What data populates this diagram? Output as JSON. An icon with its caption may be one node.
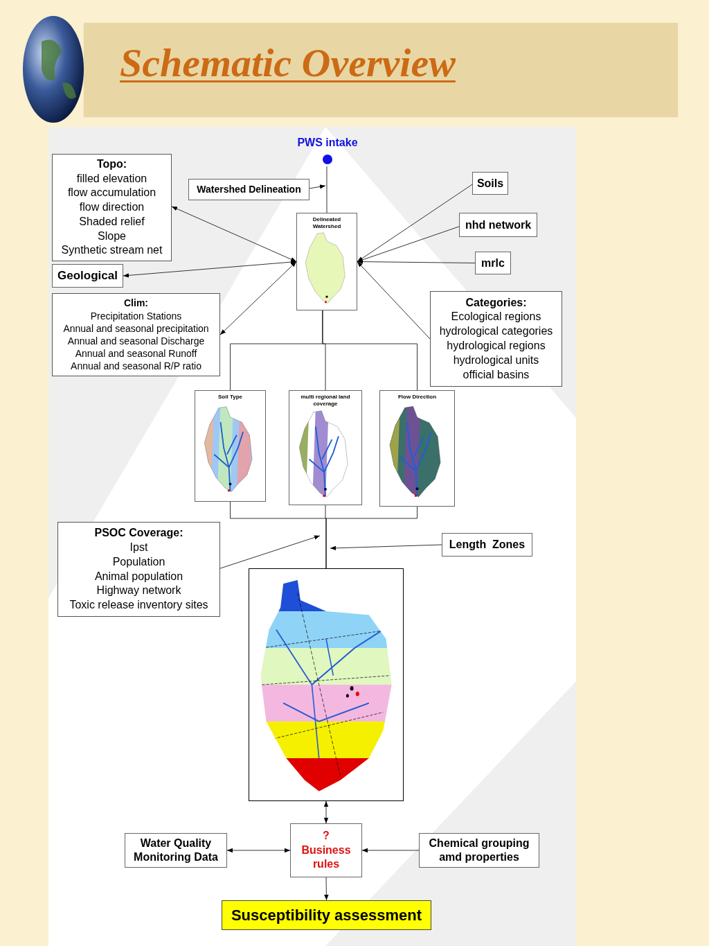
{
  "diagram": {
    "title": "Schematic Overview",
    "nodes": [
      {
        "text": [
          "PWS intake"
        ]
      },
      {
        "text": [
          "Topo:",
          "filled elevation",
          "flow accumulation",
          "flow direction",
          "Shaded relief",
          "Slope",
          "Synthetic stream net"
        ]
      },
      {
        "text": [
          "Watershed Delineation"
        ]
      },
      {
        "text": [
          "Soils"
        ]
      },
      {
        "text": [
          "Delineated Watershed"
        ]
      },
      {
        "text": [
          "nhd network"
        ]
      },
      {
        "text": [
          "Geological"
        ]
      },
      {
        "text": [
          "mrlc"
        ]
      },
      {
        "text": [
          "Clim:",
          "Precipitation Stations",
          "Annual and seasonal precipitation",
          "Annual and seasonal Discharge",
          "Annual and seasonal Runoff",
          "Annual and seasonal R/P ratio"
        ]
      },
      {
        "text": [
          "Categories:",
          "Ecological regions",
          "hydrological categories",
          "hydrological regions",
          "hydrological units",
          "official basins"
        ]
      },
      {
        "text": [
          "Soil Type"
        ]
      },
      {
        "text": [
          "multi regional land coverage"
        ]
      },
      {
        "text": [
          "Flow Direction"
        ]
      },
      {
        "text": [
          "PSOC Coverage:",
          "Ipst",
          "Population",
          "Animal population",
          "Highway network",
          "Toxic release inventory sites"
        ]
      },
      {
        "text": [
          "Length  Zones"
        ]
      },
      {
        "text": [],
        "shape": "picture"
      },
      {
        "text": [
          "Water Quality Monitoring Data"
        ]
      },
      {
        "text": [
          "?",
          "Business rules"
        ]
      },
      {
        "text": [
          "Chemical grouping amd properties"
        ]
      },
      {
        "text": [
          "Susceptibility assessment"
        ]
      }
    ],
    "edges": [
      {
        "from": 0,
        "to": 4,
        "arrow": "none"
      },
      {
        "from": 2,
        "to": null,
        "arrow": "to"
      },
      {
        "from": 4,
        "to": 1,
        "arrow": "both"
      },
      {
        "from": 4,
        "to": 6,
        "arrow": "both"
      },
      {
        "from": 4,
        "to": 8,
        "arrow": "both"
      },
      {
        "from": 3,
        "to": 4,
        "arrow": "to"
      },
      {
        "from": 5,
        "to": 4,
        "arrow": "to"
      },
      {
        "from": 7,
        "to": 4,
        "arrow": "to"
      },
      {
        "from": 9,
        "to": 4,
        "arrow": "to"
      },
      {
        "from": 4,
        "to": 10,
        "arrow": "none"
      },
      {
        "from": 4,
        "to": 11,
        "arrow": "none"
      },
      {
        "from": 4,
        "to": 12,
        "arrow": "none"
      },
      {
        "from": 10,
        "to": 15,
        "arrow": "none"
      },
      {
        "from": 11,
        "to": 15,
        "arrow": "none"
      },
      {
        "from": 12,
        "to": 15,
        "arrow": "none"
      },
      {
        "from": 13,
        "to": null,
        "arrow": "to"
      },
      {
        "from": 14,
        "to": 15,
        "arrow": "to"
      },
      {
        "from": 15,
        "to": 17,
        "arrow": "both"
      },
      {
        "from": 16,
        "to": 17,
        "arrow": "both"
      },
      {
        "from": 18,
        "to": 17,
        "arrow": "to"
      },
      {
        "from": 17,
        "to": 19,
        "arrow": "to"
      }
    ]
  }
}
